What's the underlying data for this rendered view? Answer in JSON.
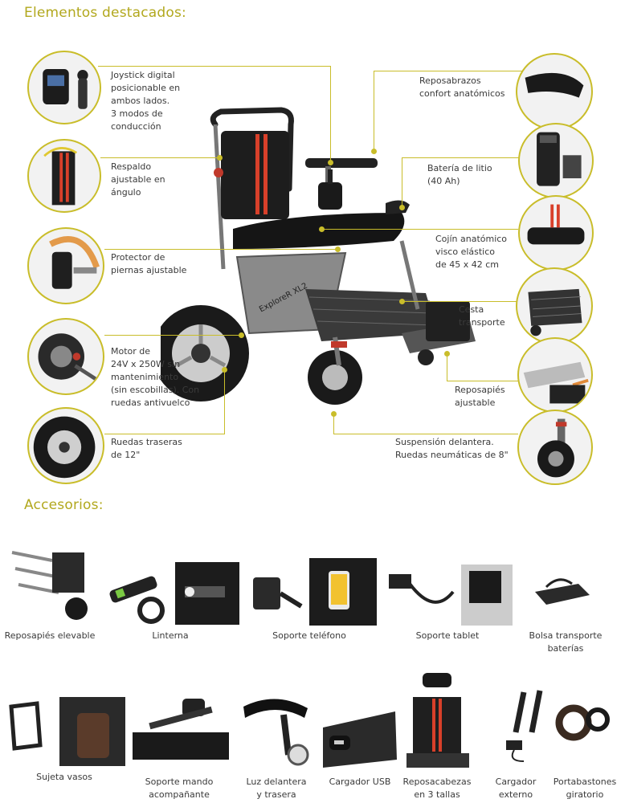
{
  "sections": {
    "highlights_title": "Elementos destacados:",
    "accessories_title": "Accesorios:"
  },
  "features": {
    "joystick": [
      "Joystick digital",
      "posicionable en",
      "ambos lados.",
      "3 modos de",
      "conducción"
    ],
    "backrest": [
      "Respaldo",
      "ajustable en",
      "ángulo"
    ],
    "leg_guard": [
      "Protector de",
      "piernas ajustable"
    ],
    "motor": [
      "Motor de",
      "24V x 250W sin",
      "mantenimiento",
      "(sin escobillas). Con",
      "ruedas antivuelco"
    ],
    "rear_wheels": [
      "Ruedas traseras",
      "de 12\""
    ],
    "armrests": [
      "Reposabrazos",
      "confort anatómicos"
    ],
    "battery": [
      "Batería de litio",
      "(40 Ah)"
    ],
    "cushion": [
      "Cojín anatómico",
      "visco elástico",
      "de 45 x 42 cm"
    ],
    "basket": [
      "Cesta",
      "transporte"
    ],
    "footrest": [
      "Reposapiés",
      "ajustable"
    ],
    "suspension": [
      "Suspensión delantera.",
      "Ruedas neumáticas de 8\""
    ]
  },
  "chair_brand": "ExploreR XL2",
  "accessories_row1": [
    {
      "label": [
        "Reposapiés elevable"
      ]
    },
    {
      "label": [
        "Linterna"
      ]
    },
    {
      "label": [
        "Soporte teléfono"
      ]
    },
    {
      "label": [
        "Soporte tablet"
      ]
    },
    {
      "label": [
        "Bolsa transporte",
        "baterías"
      ]
    }
  ],
  "accessories_row2": [
    {
      "label": [
        "Sujeta vasos"
      ]
    },
    {
      "label": [
        "Soporte mando",
        "acompañante"
      ]
    },
    {
      "label": [
        "Luz delantera",
        "y trasera"
      ]
    },
    {
      "label": [
        "Cargador USB"
      ]
    },
    {
      "label": [
        "Reposacabezas",
        "en 3 tallas"
      ]
    },
    {
      "label": [
        "Cargador",
        "externo"
      ]
    },
    {
      "label": [
        "Portabastones",
        "giratorio"
      ]
    }
  ],
  "colors": {
    "accent": "#c9bd2a",
    "title": "#b2a81e",
    "text": "#3a3a3a",
    "strap": "#d8402a"
  }
}
